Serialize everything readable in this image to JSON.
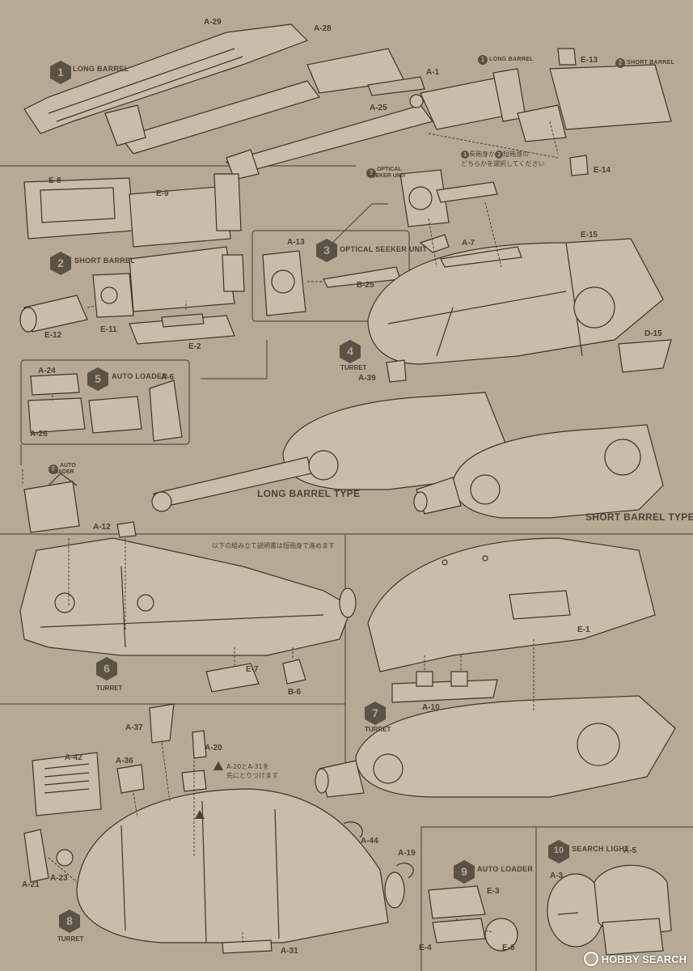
{
  "steps": {
    "s1": {
      "number": "1",
      "title": "LONG BARREL"
    },
    "s2": {
      "number": "2",
      "title": "SHORT BARREL"
    },
    "s3": {
      "number": "3",
      "title": "OPTICAL SEEKER UNIT"
    },
    "s4": {
      "number": "4",
      "title": "TURRET"
    },
    "s5": {
      "number": "5",
      "title": "AUTO LOADER"
    },
    "s6": {
      "number": "6",
      "title": "TURRET"
    },
    "s7": {
      "number": "7",
      "title": "TURRET"
    },
    "s8": {
      "number": "8",
      "title": "TURRET"
    },
    "s9": {
      "number": "9",
      "title": "AUTO LOADER"
    },
    "s10": {
      "number": "10",
      "title": "SEARCH LIGHT"
    }
  },
  "mini": {
    "long_barrel": {
      "number": "1",
      "title": "LONG BARREL"
    },
    "short_barrel": {
      "number": "2",
      "title": "SHORT BARREL"
    },
    "optical_seeker": {
      "number": "3",
      "line1": "OPTICAL",
      "line2": "SEEKER UNIT"
    },
    "auto_loader": {
      "number": "5",
      "line1": "AUTO",
      "line2": "LOADER"
    }
  },
  "notes": {
    "choose_barrel_a": "長砲身か",
    "choose_num1": "1",
    "choose_num2": "2",
    "choose_barrel_b": "短砲身の",
    "choose_barrel_c": "どちらかを選択してください",
    "short_barrel_followup": "以下の組み立て説明書は短砲身で進めます",
    "attach_first_a": "A-20とA-31を",
    "attach_first_b": "先にとりつけます"
  },
  "types": {
    "long": "LONG BARREL TYPE",
    "short": "SHORT BARREL TYPE"
  },
  "parts": {
    "a29": "A-29",
    "a28": "A-28",
    "a1": "A-1",
    "a25": "A-25",
    "e13": "E-13",
    "e14": "E-14",
    "e8": "E-8",
    "e9": "E-9",
    "e12": "E-12",
    "e11": "E-11",
    "e2": "E-2",
    "a13": "A-13",
    "b25": "B-25",
    "a7": "A-7",
    "e15": "E-15",
    "d15": "D-15",
    "a39": "A-39",
    "a24": "A-24",
    "a26": "A-26",
    "a6": "A-6",
    "a12": "A-12",
    "e7": "E-7",
    "b6": "B-6",
    "e1": "E-1",
    "a10": "A-10",
    "a37": "A-37",
    "a20": "A-20",
    "a36": "A-36",
    "a42": "A-42",
    "a21": "A-21",
    "a23": "A-23",
    "a44": "A-44",
    "a19": "A-19",
    "a31": "A-31",
    "e3": "E-3",
    "e4": "E-4",
    "e6": "E-6",
    "a3": "A-3",
    "a5": "A-5"
  },
  "watermark": "HOBBY SEARCH",
  "colors": {
    "paper": "#b6aa95",
    "ink": "#3c352b",
    "part_fill": "#c8bda8"
  }
}
